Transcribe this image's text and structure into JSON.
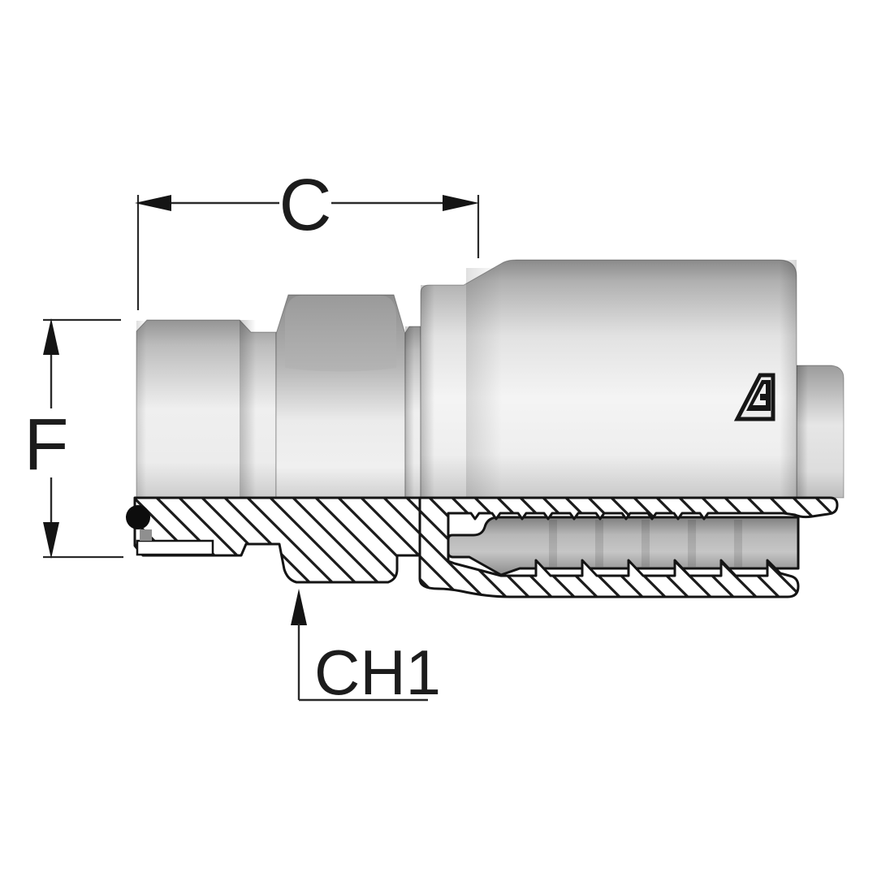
{
  "drawing": {
    "type": "technical-drawing",
    "subject": "hydraulic-crimp-fitting-straight-male-section-view",
    "labels": {
      "dim_c": "C",
      "dim_f": "F",
      "dim_ch1": "CH1"
    },
    "logo": {
      "name": "manufacturer-mark"
    },
    "colors": {
      "background": "#ffffff",
      "line": "#1c1c1c",
      "outline": "#141414",
      "metal_light": "#f2f2f2",
      "metal_dark": "#8f8f8f",
      "hex_face_dark": "#8d8d8d",
      "stem_gray": "#b0b0b0",
      "oring_black": "#0d0d0d"
    }
  }
}
